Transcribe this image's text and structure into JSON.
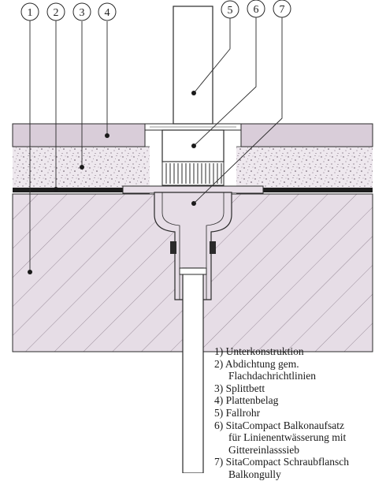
{
  "callouts": [
    "1",
    "2",
    "3",
    "4",
    "5",
    "6",
    "7"
  ],
  "legend": [
    {
      "num": "1)",
      "lines": [
        "Unterkonstruktion"
      ]
    },
    {
      "num": "2)",
      "lines": [
        "Abdichtung gem.",
        "Flachdachrichtlinien"
      ]
    },
    {
      "num": "3)",
      "lines": [
        "Splittbett"
      ]
    },
    {
      "num": "4)",
      "lines": [
        "Plattenbelag"
      ]
    },
    {
      "num": "5)",
      "lines": [
        "Fallrohr"
      ]
    },
    {
      "num": "6)",
      "lines": [
        "SitaCompact Balkonaufsatz",
        "für Linienentwässerung mit",
        "Gittereinlasssieb"
      ]
    },
    {
      "num": "7)",
      "lines": [
        "SitaCompact Schraubflansch",
        "Balkongully"
      ]
    }
  ],
  "colors": {
    "concrete": "#e6dde6",
    "slab": "#d9cdd9",
    "gravel": "#eee8ee",
    "line": "#2a2a2a",
    "pipe": "#ffffff"
  }
}
